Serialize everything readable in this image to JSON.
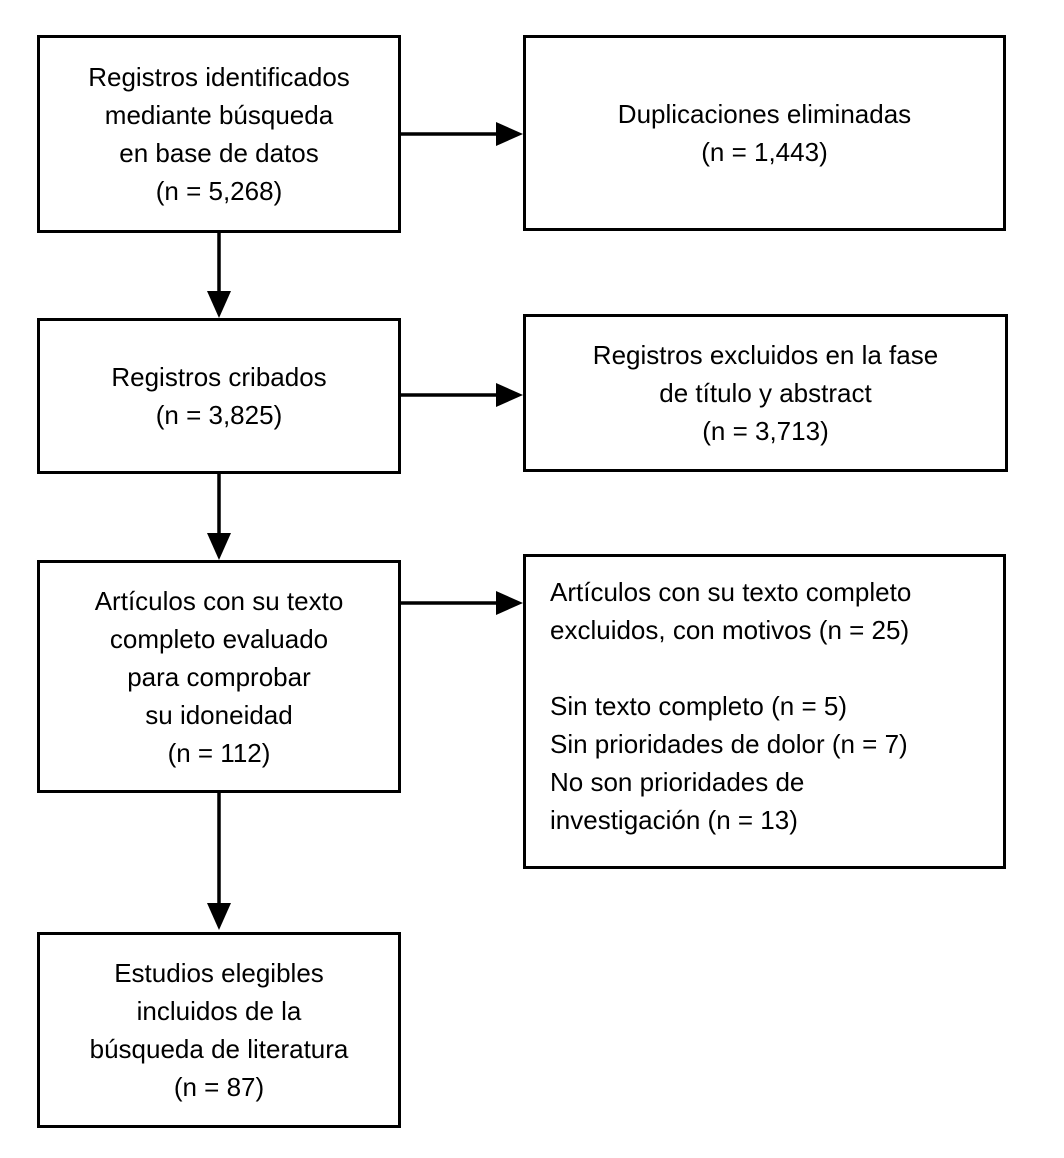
{
  "flowchart": {
    "colors": {
      "box_border": "#000000",
      "background": "#ffffff",
      "text": "#000000",
      "arrow": "#000000"
    },
    "boxes": [
      {
        "id": "identified",
        "text": "Registros identificados\nmediante búsqueda\nen base de datos\n(n = 5,268)"
      },
      {
        "id": "duplicates-removed",
        "text": "Duplicaciones eliminadas\n(n = 1,443)"
      },
      {
        "id": "screened",
        "text": "Registros cribados\n(n = 3,825)"
      },
      {
        "id": "excluded-title-abstract",
        "text": "Registros excluidos en la fase\nde título y abstract\n(n = 3,713)"
      },
      {
        "id": "fulltext-assessed",
        "text": "Artículos con su texto\ncompleto evaluado\npara comprobar\nsu idoneidad\n(n = 112)"
      },
      {
        "id": "fulltext-excluded",
        "text": "Artículos con su texto completo\nexcluidos, con motivos (n = 25)\n\nSin texto completo (n = 5)\nSin prioridades de dolor (n = 7)\nNo son prioridades de\ninvestigación (n = 13)"
      },
      {
        "id": "included",
        "text": "Estudios elegibles\nincluidos de la\nbúsqueda de literatura\n(n = 87)"
      }
    ]
  }
}
